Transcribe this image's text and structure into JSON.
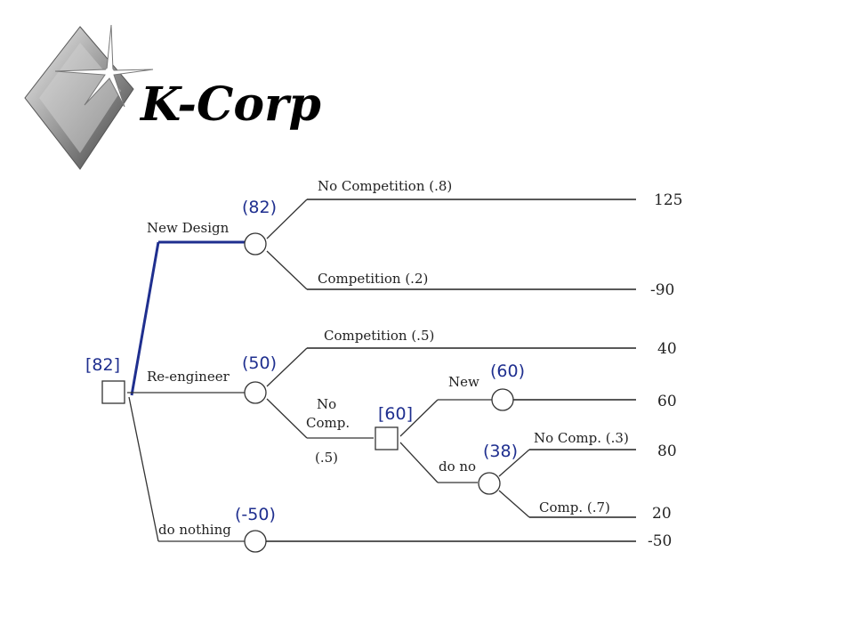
{
  "title": "K-Corp",
  "nodes": {
    "root_value": "[82]",
    "new_design_ev": "(82)",
    "reengineer_ev": "(50)",
    "do_nothing_ev": "(-50)",
    "second_decision_value": "[60]",
    "new_ev": "(60)",
    "do_no_ev": "(38)"
  },
  "branches": {
    "new_design": "New Design",
    "re_engineer": "Re-engineer",
    "do_nothing": "do nothing",
    "nd_no_competition": "No Competition  (.8)",
    "nd_competition": "Competition  (.2)",
    "re_competition": "Competition  (.5)",
    "re_no_comp_1": "No",
    "re_no_comp_2": "Comp.",
    "re_no_comp_prob": "(.5)",
    "new": "New",
    "do_no": "do no",
    "dn_no_comp": "No Comp.  (.3)",
    "dn_comp": "Comp.   (.7)"
  },
  "payoffs": [
    "125",
    "-90",
    "40",
    "60",
    "80",
    "20",
    "-50"
  ],
  "colors": {
    "chosen_path": "#1f2f8f",
    "ev_text": "#1f2f8f"
  }
}
